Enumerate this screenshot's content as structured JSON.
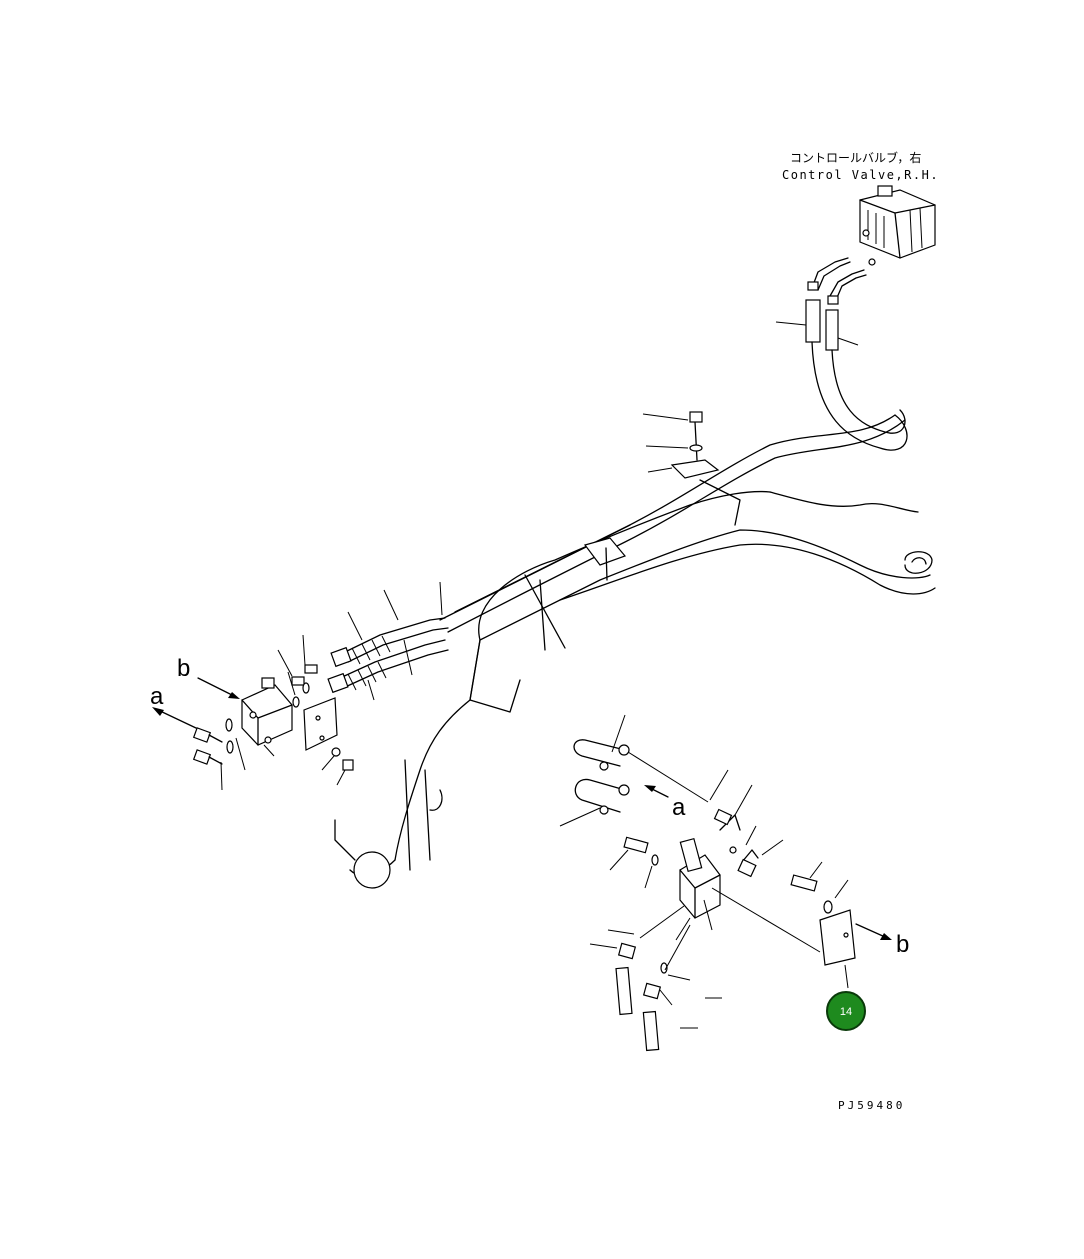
{
  "header": {
    "label_jp": "コントロールバルブ，右",
    "label_en": "Control Valve,R.H."
  },
  "refs": {
    "a_left": "a",
    "b_left": "b",
    "a_inset": "a",
    "b_inset": "b"
  },
  "callout": {
    "number": "14",
    "color": "#1e8a1e"
  },
  "footer": {
    "drawing_code": "PJ59480"
  }
}
